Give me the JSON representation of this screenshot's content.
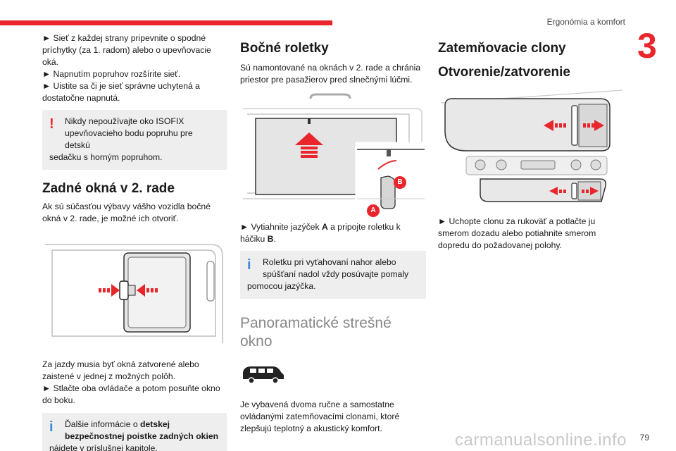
{
  "header": {
    "section": "Ergonómia a komfort",
    "chapter": "3"
  },
  "col1": {
    "intro_lines": [
      "► Sieť z každej strany pripevnite o spodné",
      "príchytky (za 1. radom) alebo o upevňovacie",
      "oká.",
      "► Napnutím popruhov rozšírite sieť.",
      "► Uistite sa či je sieť správne uchytená a",
      "dostatočne napnutá."
    ],
    "warn_note": {
      "line1": "Nikdy nepoužívajte oko ISOFIX",
      "line2": "upevňovacieho bodu popruhu pre detskú",
      "line3": "sedačku s horným popruhom."
    },
    "heading": "Zadné okná v 2. rade",
    "para1_l1": "Ak sú súčasťou výbavy vášho vozidla bočné",
    "para1_l2": "okná v 2. rade, je možné ich otvoriť.",
    "para2_lines": [
      "Za jazdy musia byť okná zatvorené alebo",
      "zaistené v jednej z možných polôh.",
      "► Stlačte oba ovládače a potom posuňte okno",
      "do boku."
    ],
    "info_note": {
      "pre": "Ďalšie informácie o ",
      "bold1": "detskej",
      "bold2": "bezpečnostnej poistke zadných okien",
      "post": "nájdete v príslušnej kapitole."
    }
  },
  "col2": {
    "heading": "Bočné roletky",
    "para1_l1": "Sú namontované na oknách v 2. rade a chránia",
    "para1_l2": "priestor pre pasažierov pred slnečnými lúčmi.",
    "label_a": "A",
    "label_b": "B",
    "instr_pre": "► Vytiahnite jazýček ",
    "instr_a": "A",
    "instr_mid": " a pripojte roletku k",
    "instr_l2_pre": "háčiku ",
    "instr_b": "B",
    "instr_end": ".",
    "info_note": {
      "line1": "Roletku pri vyťahovaní nahor alebo",
      "line2": "spúšťaní nadol vždy posúvajte pomaly",
      "line3": "pomocou jazýčka."
    },
    "heading2_l1": "Panoramatické strešné",
    "heading2_l2": "okno",
    "para2_lines": [
      "Je vybavená dvoma ručne a samostatne",
      "ovládanými zatemňovacími clonami, ktoré",
      "zlepšujú teplotný a akustický komfort."
    ]
  },
  "col3": {
    "heading1": "Zatemňovacie clony",
    "heading2": "Otvorenie/zatvorenie",
    "para_lines": [
      "► Uchopte clonu za rukoväť a potlačte ju",
      "smerom dozadu alebo potiahnite smerom",
      "dopredu do požadovanej polohy."
    ]
  },
  "footer": {
    "page": "79",
    "watermark": "carmanualsonline.info"
  },
  "colors": {
    "accent_red": "#e8262b",
    "info_blue": "#3d8bd9",
    "note_bg": "#eeeeee"
  }
}
